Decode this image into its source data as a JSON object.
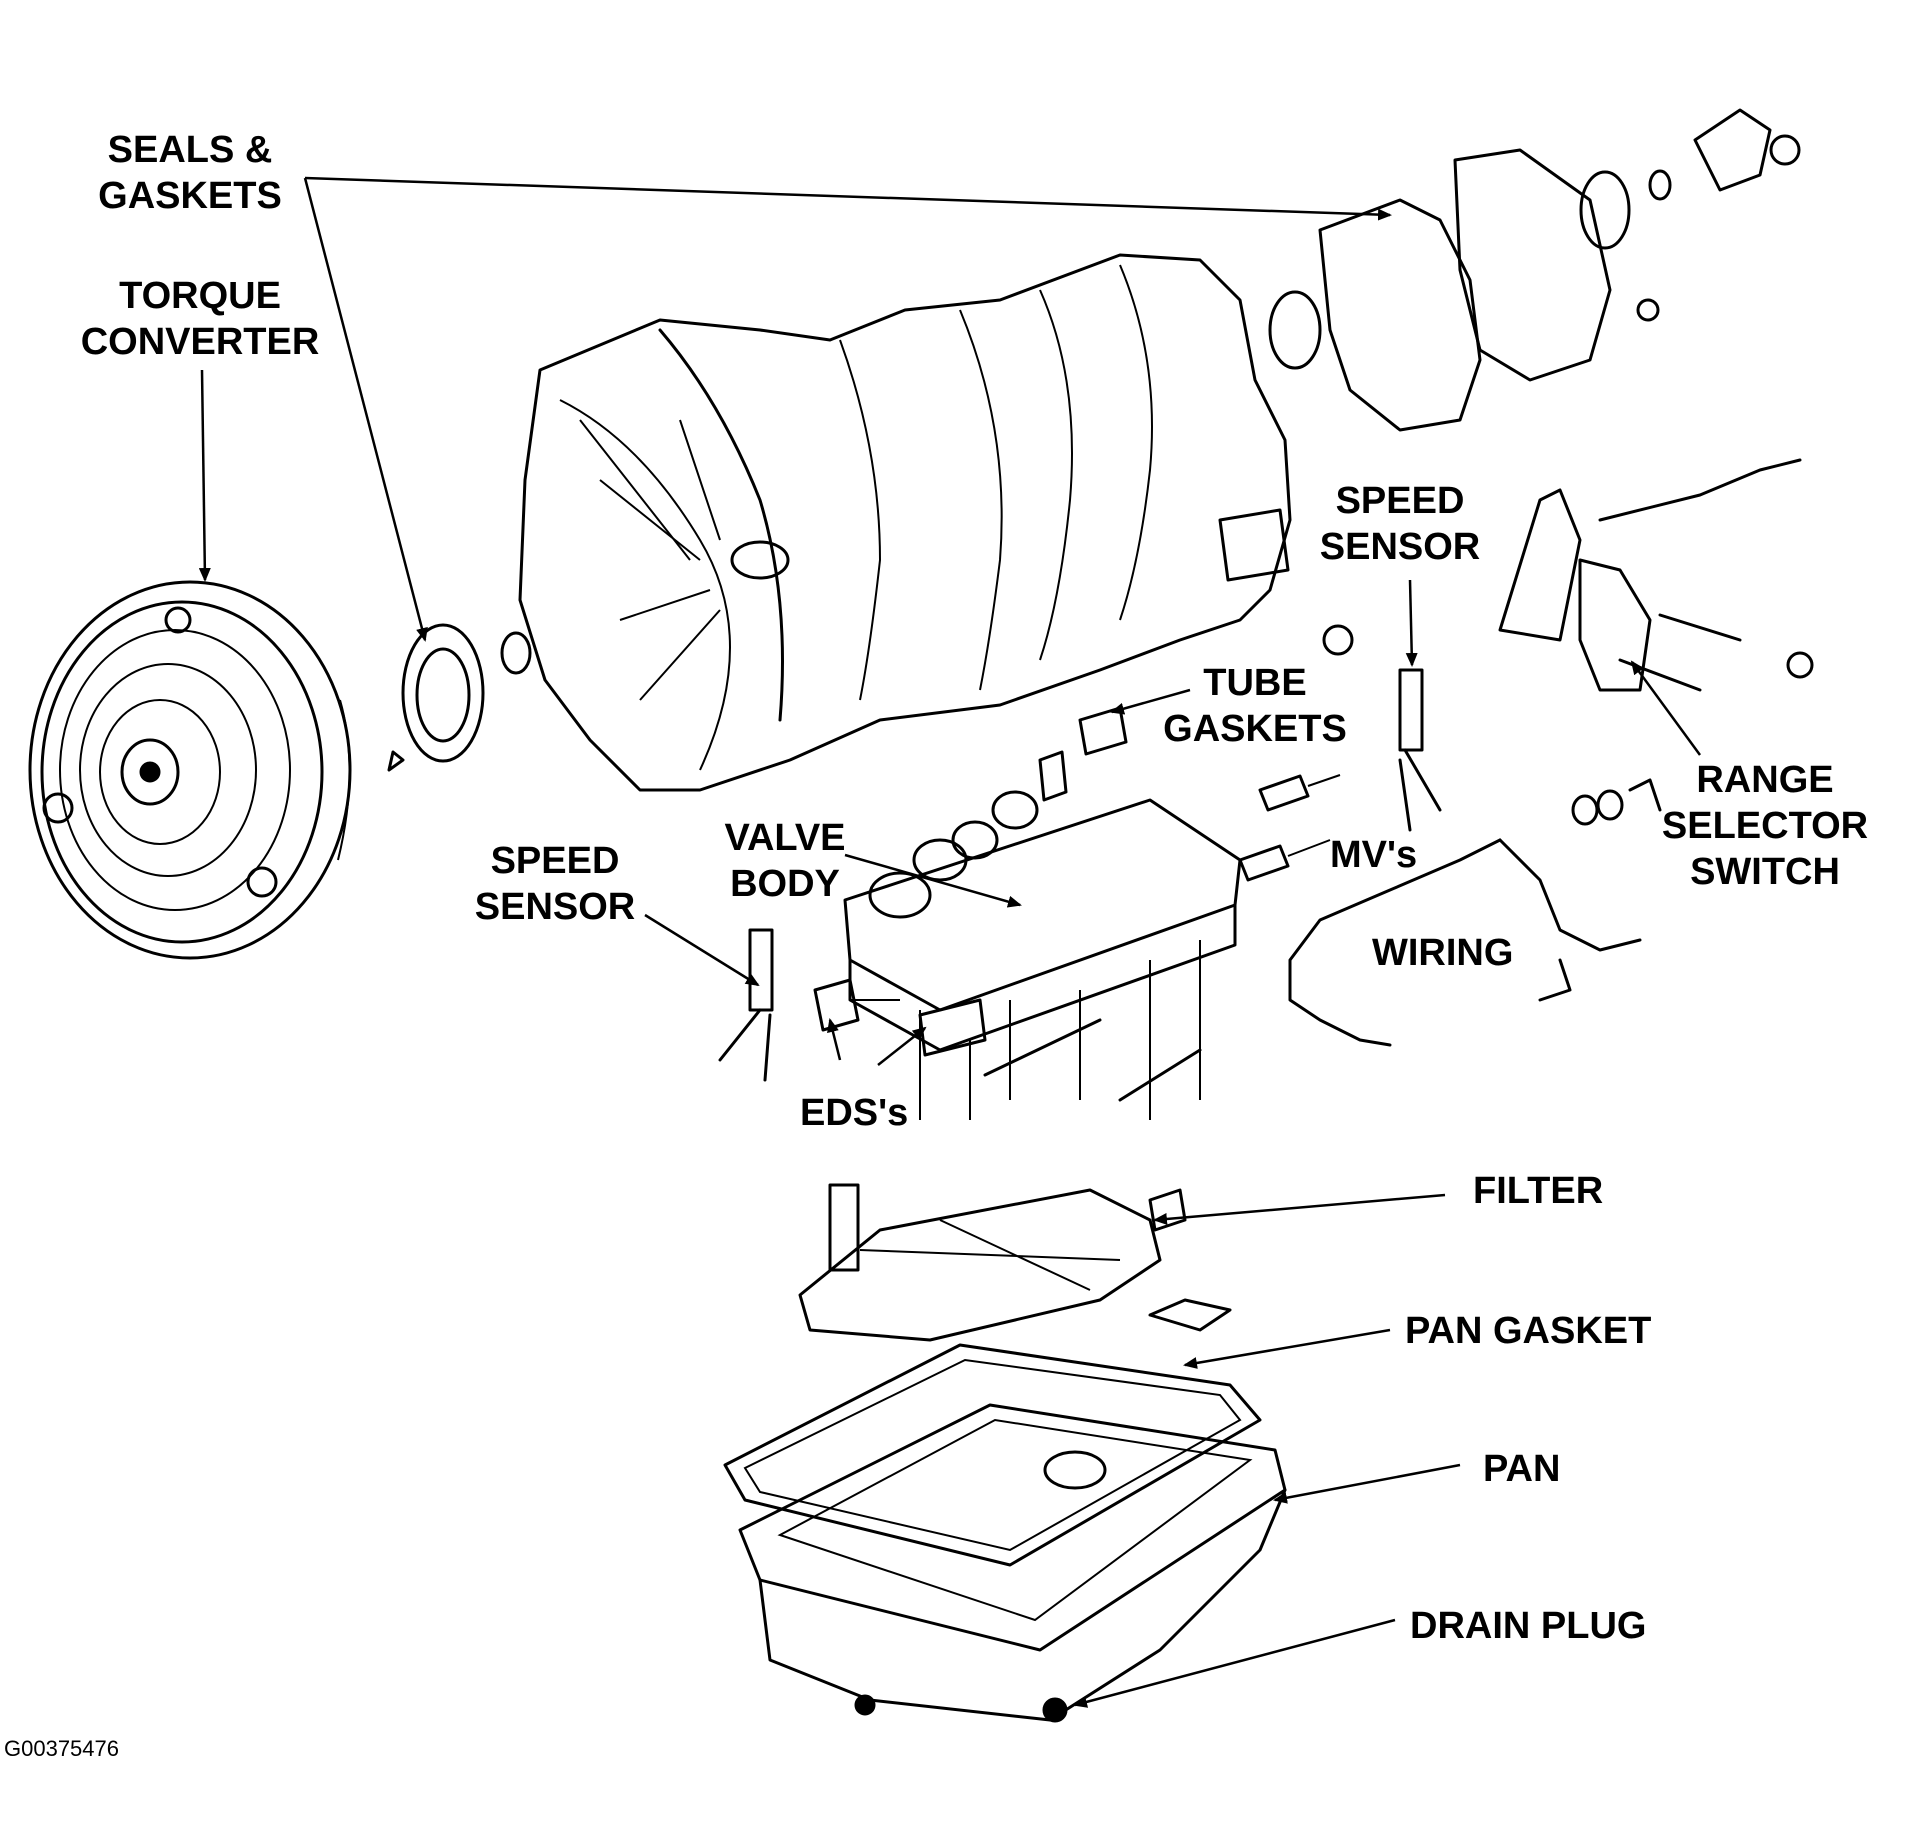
{
  "labels": {
    "seals_gaskets": {
      "line1": "SEALS &",
      "line2": "GASKETS"
    },
    "torque_converter": {
      "line1": "TORQUE",
      "line2": "CONVERTER"
    },
    "speed_sensor_right": {
      "line1": "SPEED",
      "line2": "SENSOR"
    },
    "tube_gaskets": {
      "line1": "TUBE",
      "line2": "GASKETS"
    },
    "valve_body": {
      "line1": "VALVE",
      "line2": "BODY"
    },
    "speed_sensor_left": {
      "line1": "SPEED",
      "line2": "SENSOR"
    },
    "mvs": "MV's",
    "range_selector_switch": {
      "line1": "RANGE",
      "line2": "SELECTOR",
      "line3": "SWITCH"
    },
    "wiring": "WIRING",
    "edss": "EDS's",
    "filter": "FILTER",
    "pan_gasket": "PAN GASKET",
    "pan": "PAN",
    "drain_plug": "DRAIN PLUG"
  },
  "figure_code": "G00375476"
}
